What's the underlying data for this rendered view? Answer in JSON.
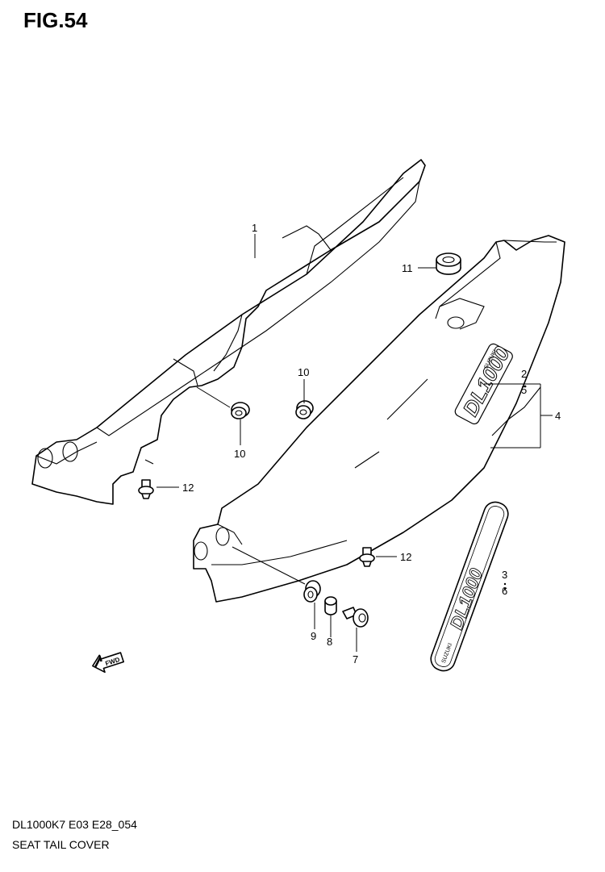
{
  "figure": {
    "title": "FIG.54",
    "footer_code": "DL1000K7 E03 E28_054",
    "footer_name": "SEAT TAIL COVER"
  },
  "callouts": {
    "c1": "1",
    "c2": "2",
    "c5": "5",
    "c4": "4",
    "c3": "3",
    "c6": "6",
    "c7": "7",
    "c8": "8",
    "c9": "9",
    "c10a": "10",
    "c10b": "10",
    "c11": "11",
    "c12a": "12",
    "c12b": "12"
  },
  "decals": {
    "cover_logo": "DL1000",
    "cover_logo_sub": "SUZUKI",
    "emblem_logo": "DL1000",
    "emblem_logo_sub": "SUZUKI"
  },
  "icons": {
    "fwd_arrow": "FWD"
  }
}
